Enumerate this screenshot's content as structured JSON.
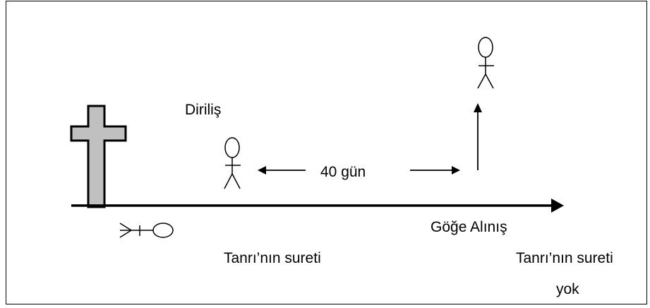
{
  "labels": {
    "resurrection": "Diriliş",
    "forty_days": "40 gün",
    "ascension": "Göğe Alınış",
    "image_of_god": "Tanrı’nın sureti",
    "image_of_god_gone_line1": "Tanrı’nın sureti",
    "image_of_god_gone_line2": "yok"
  },
  "icons": [
    "cross-icon",
    "lying-figure-icon",
    "standing-figure-icon",
    "ascended-figure-icon"
  ],
  "colors": {
    "cross_fill": "#c0c0c0",
    "stroke": "#000000"
  }
}
